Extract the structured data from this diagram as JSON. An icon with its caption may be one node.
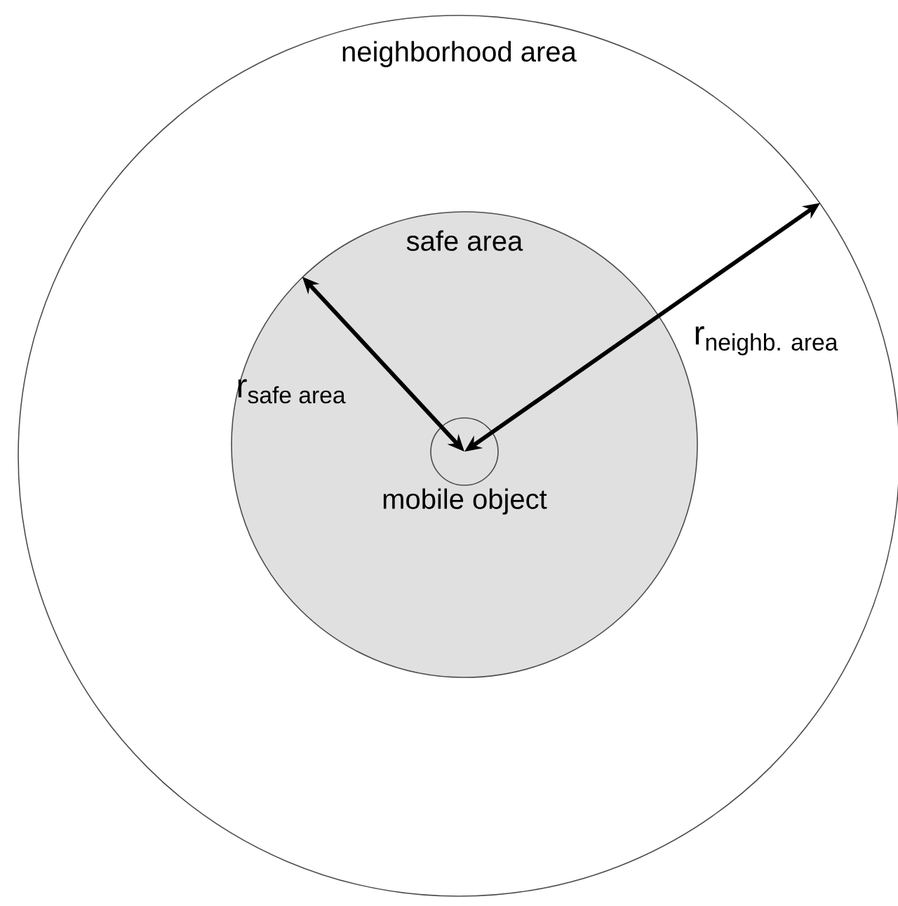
{
  "diagram": {
    "nodes": [
      {
        "text": [
          "neighborhood area"
        ]
      },
      {
        "text": [
          "safe area"
        ],
        "in": 0
      },
      {
        "text": [],
        "shape": "circle",
        "in": 1,
        "beside": [
          "mobile object"
        ]
      }
    ],
    "edges": [
      {
        "from": 2,
        "to": 1,
        "arrow": "both",
        "label": "\\text{r}_{\\text{safe area}}"
      },
      {
        "from": 2,
        "to": 0,
        "arrow": "both",
        "label": "\\text{r}_{\\text{neighb. area}}"
      }
    ]
  }
}
